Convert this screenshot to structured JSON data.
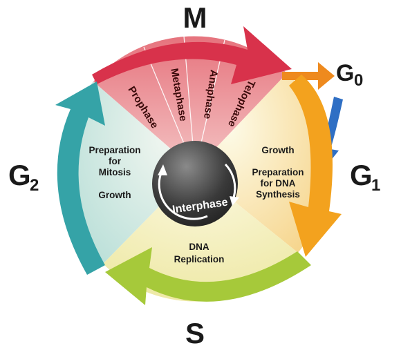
{
  "phases": {
    "m": "M",
    "g0": "G",
    "g0_sub": "0",
    "g1": "G",
    "g1_sub": "1",
    "g2": "G",
    "g2_sub": "2",
    "s": "S"
  },
  "mitosis_stages": [
    "Prophase",
    "Metaphase",
    "Anaphase",
    "Telophase"
  ],
  "sectors": {
    "g2": {
      "line1": "Preparation",
      "line2": "for",
      "line3": "Mitosis",
      "line4": "Growth"
    },
    "g1": {
      "line1": "Growth",
      "line2": "Preparation",
      "line3": "for DNA",
      "line4": "Synthesis"
    },
    "s": {
      "line1": "DNA",
      "line2": "Replication"
    }
  },
  "hub_label": "Interphase",
  "colors": {
    "m_arrow": "#d8324b",
    "g0_arrow": "#ee8a1e",
    "g0_down_arrow": "#2f6fc4",
    "g1_arrow": "#f3a21e",
    "s_arrow": "#a6c93a",
    "g2_arrow": "#35a3a7",
    "mitosis_wedge": "#e98a92",
    "hub": "#333333"
  }
}
